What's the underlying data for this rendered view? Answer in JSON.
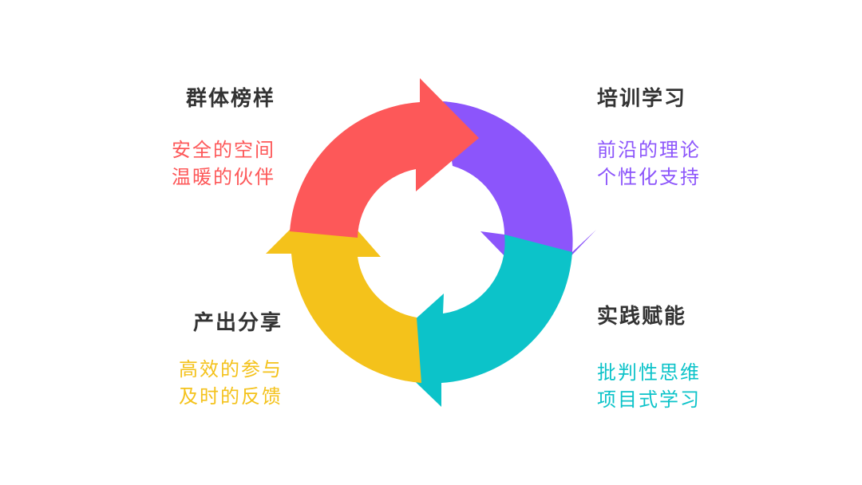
{
  "colors": {
    "red": "#fd5859",
    "purple": "#8c55fb",
    "teal": "#0cc3c9",
    "yellow": "#f4c21b",
    "title": "#333333"
  },
  "cycle": {
    "top_left": {
      "title": "群体榜样",
      "lines": [
        "安全的空间",
        "温暖的伙伴"
      ],
      "color": "#fd5859"
    },
    "top_right": {
      "title": "培训学习",
      "lines": [
        "前沿的理论",
        "个性化支持"
      ],
      "color": "#8c55fb"
    },
    "bottom_right": {
      "title": "实践赋能",
      "lines": [
        "批判性思维",
        "项目式学习"
      ],
      "color": "#0cc3c9"
    },
    "bottom_left": {
      "title": "产出分享",
      "lines": [
        "高效的参与",
        "及时的反馈"
      ],
      "color": "#f4c21b"
    }
  }
}
